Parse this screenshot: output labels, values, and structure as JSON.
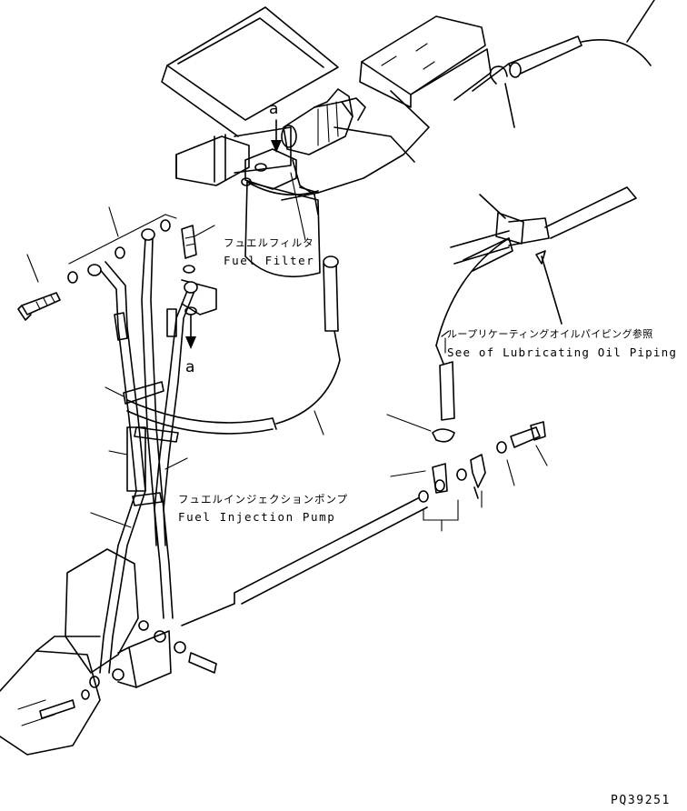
{
  "labels": {
    "fuel_filter_ja": "フュエルフィルタ",
    "fuel_filter_en": "Fuel Filter",
    "lube_ref_ja": "ループリケーティングオイルパイピング参照",
    "lube_ref_en": "See of Lubricating Oil Piping",
    "pump_ja": "フュエルインジェクションポンプ",
    "pump_en": "Fuel Injection Pump",
    "view_mark_top": "a",
    "view_mark_bottom": "a",
    "drawing_number": "PQ39251"
  }
}
